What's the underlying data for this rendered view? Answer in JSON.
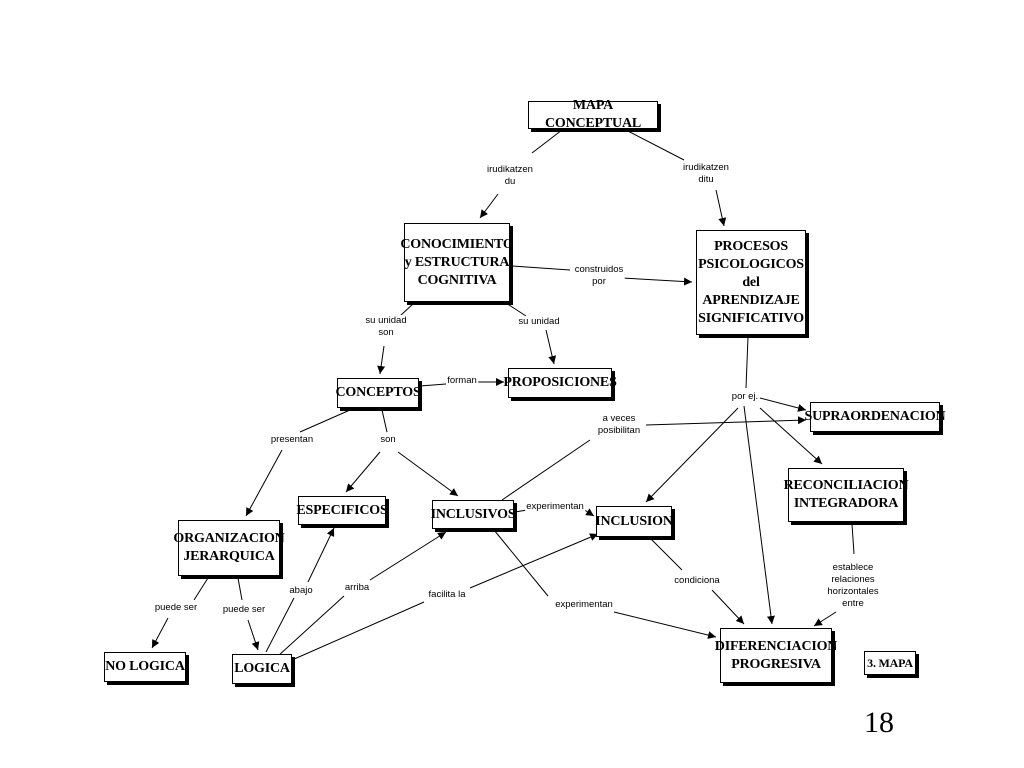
{
  "diagram": {
    "colors": {
      "line": "#000000",
      "box_border": "#000000",
      "box_fill": "#ffffff",
      "text": "#000000"
    },
    "nodes": {
      "mapa_conceptual": "MAPA CONCEPTUAL",
      "conocimiento": "CONOCIMIENTO\ny ESTRUCTURA\nCOGNITIVA",
      "procesos": "PROCESOS\nPSICOLOGICOS\ndel APRENDIZAJE\nSIGNIFICATIVO",
      "conceptos": "CONCEPTOS",
      "proposiciones": "PROPOSICIONES",
      "supraordenacion": "SUPRAORDENACION",
      "organizacion": "ORGANIZACION\nJERARQUICA",
      "especificos": "ESPECIFICOS",
      "inclusivos": "INCLUSIVOS",
      "inclusion": "INCLUSION",
      "reconciliacion": "RECONCILIACION\nINTEGRADORA",
      "no_logica": "NO LOGICA",
      "logica": "LOGICA",
      "diferenciacion": "DIFERENCIACION\nPROGRESIVA",
      "mapa_ref": "3. MAPA"
    },
    "edge_labels": {
      "irudikatzen_du": "irudikatzen\ndu",
      "irudikatzen_ditu": "irudikatzen\nditu",
      "construidos_por": "construidos\npor",
      "su_unidad_son": "su unidad\nson",
      "su_unidad": "su unidad",
      "forman": "forman",
      "por_ej": "por ej.",
      "a_veces_posibilitan": "a veces\nposibilitan",
      "presentan": "presentan",
      "son": "son",
      "experimentan_inclusion": "experimentan",
      "puede_ser_no_logica": "puede ser",
      "puede_ser_logica": "puede ser",
      "abajo": "abajo",
      "arriba": "arriba",
      "facilita_la": "facilita la",
      "condiciona": "condiciona",
      "establece_relaciones": "establece\nrelaciones\nhorizontales\nentre",
      "experimentan_diferenciacion": "experimentan"
    },
    "page_number": "18"
  }
}
